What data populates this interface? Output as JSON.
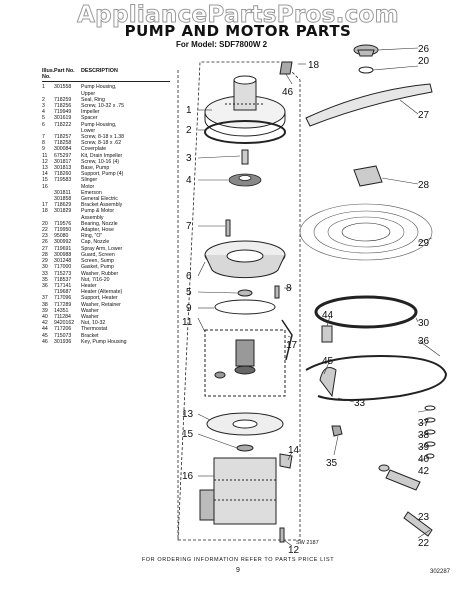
{
  "watermark": "AppliancePartsPros.com",
  "title": "PUMP AND MOTOR PARTS",
  "subtitle": "For Model: SDF7800W 2",
  "table": {
    "headers": {
      "illus": "Illus. No.",
      "part": "Part No.",
      "desc": "DESCRIPTION"
    },
    "rows": [
      {
        "illus": "1",
        "part": "301558",
        "desc": "Pump Housing,"
      },
      {
        "illus": "",
        "part": "",
        "desc": "Upper"
      },
      {
        "illus": "2",
        "part": "718259",
        "desc": "Seal, Ring"
      },
      {
        "illus": "3",
        "part": "718256",
        "desc": "Screw, 10-32 x .75"
      },
      {
        "illus": "4",
        "part": "719949",
        "desc": "Impeller"
      },
      {
        "illus": "5",
        "part": "301619",
        "desc": "Spacer"
      },
      {
        "illus": "6",
        "part": "718222",
        "desc": "Pump Housing,"
      },
      {
        "illus": "",
        "part": "",
        "desc": "Lower"
      },
      {
        "illus": "7",
        "part": "718257",
        "desc": "Screw, 8-18 x 1.38"
      },
      {
        "illus": "8",
        "part": "718258",
        "desc": "Screw, 8-18 x .62"
      },
      {
        "illus": "9",
        "part": "300084",
        "desc": "Coverplate"
      },
      {
        "illus": "11",
        "part": "675297",
        "desc": "Kit, Drain Impeller"
      },
      {
        "illus": "12",
        "part": "301817",
        "desc": "Screw, 10-16 (4)"
      },
      {
        "illus": "13",
        "part": "301813",
        "desc": "Base, Pump"
      },
      {
        "illus": "14",
        "part": "718260",
        "desc": "Support, Pump (4)"
      },
      {
        "illus": "15",
        "part": "719583",
        "desc": "Slinger"
      },
      {
        "illus": "16",
        "part": "",
        "desc": "Motor"
      },
      {
        "illus": "",
        "part": "301811",
        "desc": "Emerson"
      },
      {
        "illus": "",
        "part": "301858",
        "desc": "General Electric"
      },
      {
        "illus": "17",
        "part": "718629",
        "desc": "Bracket Assembly"
      },
      {
        "illus": "18",
        "part": "301829",
        "desc": "Pump & Motor"
      },
      {
        "illus": "",
        "part": "",
        "desc": "Assembly"
      },
      {
        "illus": "20",
        "part": "719576",
        "desc": "Bearing, Nozzle"
      },
      {
        "illus": "22",
        "part": "719950",
        "desc": "Adapter, Hose"
      },
      {
        "illus": "23",
        "part": "95080",
        "desc": "Ring, \"O\""
      },
      {
        "illus": "26",
        "part": "300992",
        "desc": "Cap, Nozzle"
      },
      {
        "illus": "27",
        "part": "719691",
        "desc": "Spray Arm, Lower"
      },
      {
        "illus": "28",
        "part": "300988",
        "desc": "Guard, Screen"
      },
      {
        "illus": "29",
        "part": "301248",
        "desc": "Screen, Sump"
      },
      {
        "illus": "30",
        "part": "717000",
        "desc": "Gasket, Pump"
      },
      {
        "illus": "33",
        "part": "715273",
        "desc": "Washer, Rubber"
      },
      {
        "illus": "35",
        "part": "718537",
        "desc": "Nut, 7/16-20"
      },
      {
        "illus": "36",
        "part": "717141",
        "desc": "Heater"
      },
      {
        "illus": "",
        "part": "719687",
        "desc": "Heater (Alternate)"
      },
      {
        "illus": "37",
        "part": "717096",
        "desc": "Support, Heater"
      },
      {
        "illus": "38",
        "part": "717289",
        "desc": "Washer, Retainer"
      },
      {
        "illus": "39",
        "part": "14351",
        "desc": "Washer"
      },
      {
        "illus": "40",
        "part": "711284",
        "desc": "Washer"
      },
      {
        "illus": "42",
        "part": "9420162",
        "desc": "Nut, 10-32"
      },
      {
        "illus": "44",
        "part": "717206",
        "desc": "Thermostat"
      },
      {
        "illus": "45",
        "part": "715073",
        "desc": "Bracket"
      },
      {
        "illus": "46",
        "part": "301936",
        "desc": "Key, Pump Housing"
      }
    ]
  },
  "callouts": {
    "n1": "1",
    "n2": "2",
    "n3": "3",
    "n4": "4",
    "n5": "5",
    "n6": "6",
    "n7": "7",
    "n8": "8",
    "n9": "9",
    "n11": "11",
    "n12": "12",
    "n13": "13",
    "n14": "14",
    "n15": "15",
    "n16": "16",
    "n17": "17",
    "n18": "18",
    "n20": "20",
    "n22": "22",
    "n23": "23",
    "n26": "26",
    "n27": "27",
    "n28": "28",
    "n29": "29",
    "n30": "30",
    "n33": "33",
    "n35": "35",
    "n36": "36",
    "n37": "37",
    "n38": "38",
    "n39": "39",
    "n40": "40",
    "n42": "42",
    "n44": "44",
    "n45": "45",
    "n46": "46"
  },
  "sw_label": "SW 2187",
  "footer": "FOR ORDERING INFORMATION REFER TO PARTS PRICE LIST",
  "page_number": "9",
  "code": "302287"
}
